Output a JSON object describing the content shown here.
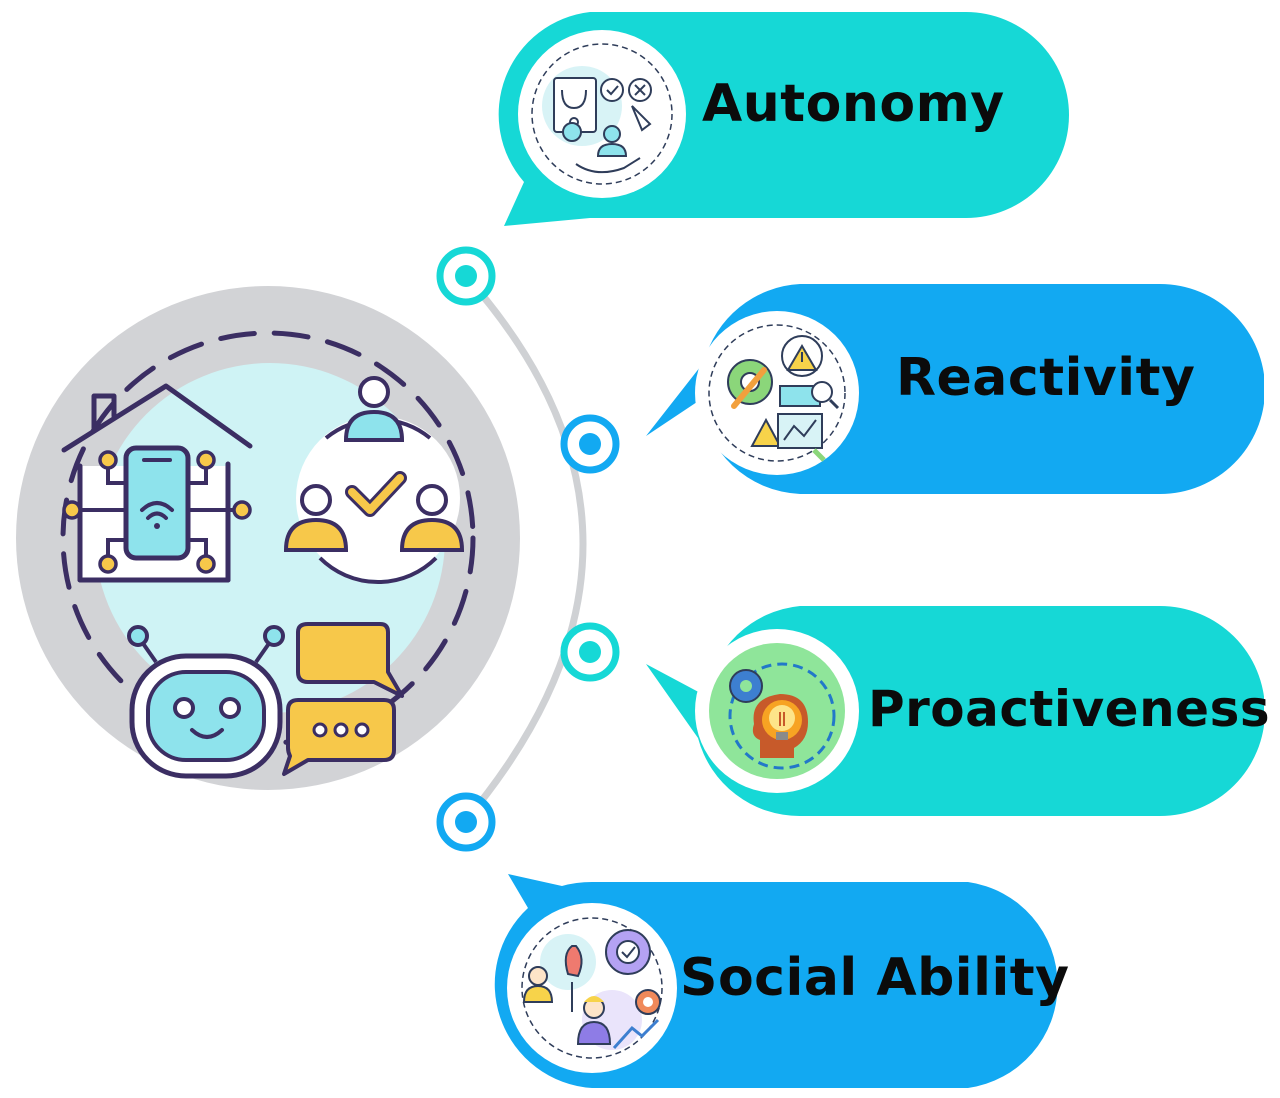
{
  "diagram": {
    "items": [
      {
        "label": "Autonomy",
        "icon": "healthcare-decision-icon",
        "color": "#16d8d6"
      },
      {
        "label": "Reactivity",
        "icon": "troubleshooting-icon",
        "color": "#12a9f2"
      },
      {
        "label": "Proactiveness",
        "icon": "idea-head-icon",
        "color": "#16d8d6"
      },
      {
        "label": "Social Ability",
        "icon": "teamwork-icon",
        "color": "#12a9f2"
      }
    ],
    "hub": {
      "icon": "smart-agent-hub-icon"
    },
    "colors": {
      "teal": "#16d8d6",
      "blue": "#12a9f2",
      "hub_gray": "#d2d3d6",
      "hub_light": "#cff3f5",
      "connector": "#cfd1d4",
      "outline": "#3b2e63",
      "accent_yellow": "#f7c84a"
    }
  }
}
